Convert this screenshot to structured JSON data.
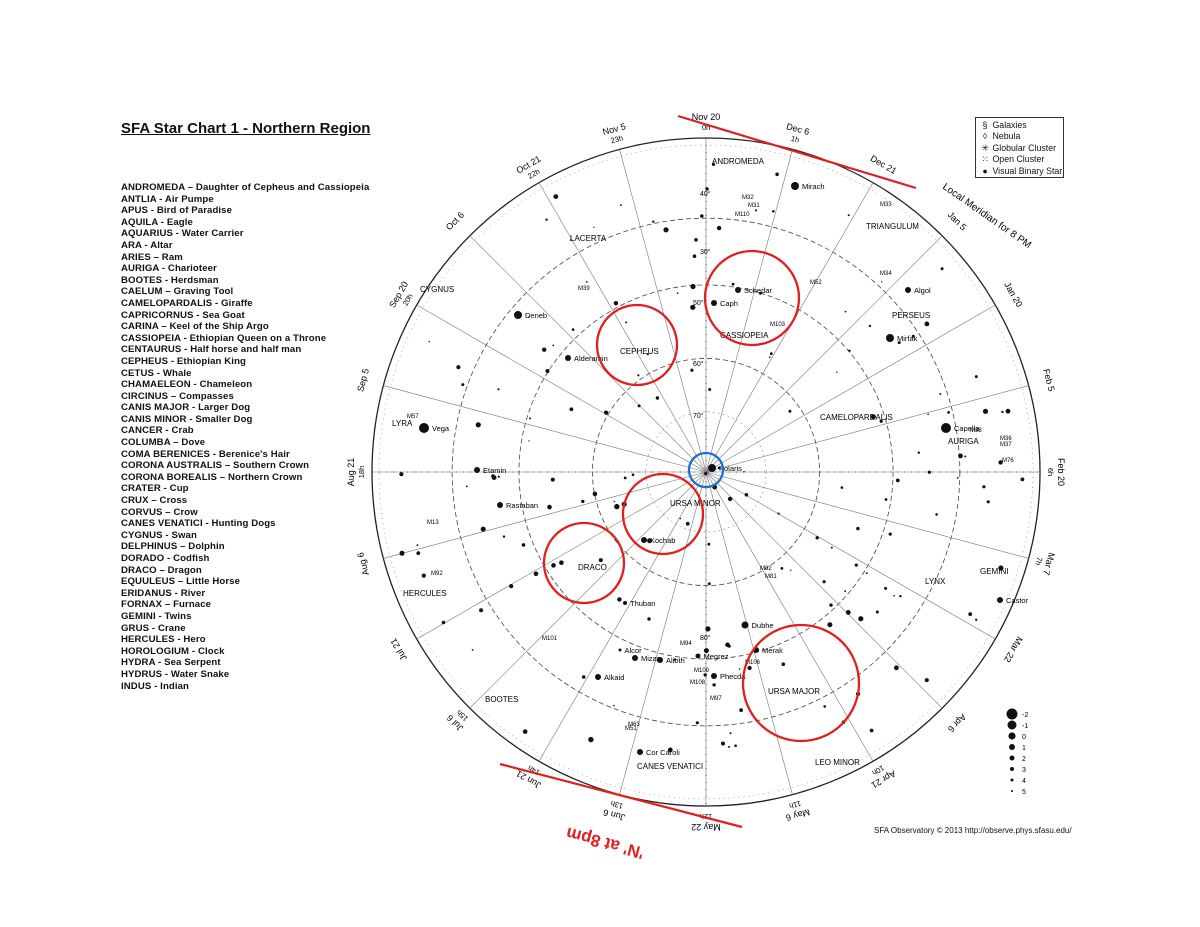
{
  "title": "SFA Star Chart 1 - Northern Region",
  "constellation_list": [
    "ANDROMEDA – Daughter of Cepheus and Cassiopeia",
    "ANTLIA - Air Pumpe",
    "APUS - Bird of Paradise",
    "AQUILA - Eagle",
    "AQUARIUS - Water Carrier",
    "ARA - Altar",
    "ARIES – Ram",
    "AURIGA - Charioteer",
    "BOOTES - Herdsman",
    "CAELUM – Graving Tool",
    "CAMELOPARDALIS - Giraffe",
    "CAPRICORNUS - Sea Goat",
    "CARINA – Keel of the Ship Argo",
    "CASSIOPEIA - Ethiopian Queen on a Throne",
    "CENTAURUS - Half horse and half man",
    "CEPHEUS - Ethiopian King",
    "CETUS - Whale",
    "CHAMAELEON - Chameleon",
    "CIRCINUS – Compasses",
    "CANIS MAJOR - Larger Dog",
    "CANIS MINOR - Smaller Dog",
    "CANCER - Crab",
    "COLUMBA – Dove",
    "COMA BERENICES - Berenice's Hair",
    "CORONA AUSTRALIS – Southern Crown",
    "CORONA BOREALIS – Northern Crown",
    "CRATER - Cup",
    "CRUX – Cross",
    "CORVUS – Crow",
    "CANES VENATICI - Hunting Dogs",
    "CYGNUS - Swan",
    "DELPHINUS – Dolphin",
    "DORADO - Codfish",
    "DRACO – Dragon",
    "EQUULEUS – Little Horse",
    "ERIDANUS - River",
    "FORNAX – Furnace",
    "GEMINI - Twins",
    "GRUS - Crane",
    "HERCULES - Hero",
    "HOROLOGIUM - Clock",
    "HYDRA - Sea Serpent",
    "HYDRUS - Water Snake",
    "INDUS - Indian"
  ],
  "key": {
    "galaxies": "Galaxies",
    "nebula": "Nebula",
    "globular": "Globular Cluster",
    "open": "Open Cluster",
    "binary": "Visual Binary Star"
  },
  "meridian_label": "Local Meridian for 8 PM",
  "north_label": "'N' at 8pm",
  "footer": "SFA Observatory © 2013  http://observe.phys.sfasu.edu/",
  "magnitudes": [
    "-2",
    "-1",
    "0",
    "1",
    "2",
    "3",
    "4",
    "5"
  ],
  "dates": [
    {
      "text": "Nov 20",
      "sub": "0h"
    },
    {
      "text": "Dec 6",
      "sub": "1h"
    },
    {
      "text": "Dec 21",
      "sub": ""
    },
    {
      "text": "Jan 5",
      "sub": ""
    },
    {
      "text": "Jan 20",
      "sub": ""
    },
    {
      "text": "Feb 5",
      "sub": ""
    },
    {
      "text": "Feb 20",
      "sub": "6h"
    },
    {
      "text": "Mar 7",
      "sub": "7h"
    },
    {
      "text": "Mar 22",
      "sub": ""
    },
    {
      "text": "Apr 6",
      "sub": ""
    },
    {
      "text": "Apr 21",
      "sub": "10h"
    },
    {
      "text": "May 6",
      "sub": "11h"
    },
    {
      "text": "May 22",
      "sub": "12h"
    },
    {
      "text": "Jun 6",
      "sub": "13h"
    },
    {
      "text": "Jun 21",
      "sub": "14h"
    },
    {
      "text": "Jul 6",
      "sub": "15h"
    },
    {
      "text": "Jul 21",
      "sub": ""
    },
    {
      "text": "Aug 6",
      "sub": ""
    },
    {
      "text": "Aug 21",
      "sub": "18h"
    },
    {
      "text": "Sep 5",
      "sub": ""
    },
    {
      "text": "Sep 20",
      "sub": "20h"
    },
    {
      "text": "Oct 6",
      "sub": ""
    },
    {
      "text": "Oct 21",
      "sub": "22h"
    },
    {
      "text": "Nov 5",
      "sub": "23h"
    }
  ],
  "constellations": [
    "ANDROMEDA",
    "TRIANGULUM",
    "LACERTA",
    "CYGNUS",
    "CEPHEUS",
    "CASSIOPEIA",
    "PERSEUS",
    "CAMELOPARDALIS",
    "AURIGA",
    "LYRA",
    "URSA MINOR",
    "DRACO",
    "HERCULES",
    "LYNX",
    "GEMINI",
    "BOOTES",
    "URSA MAJOR",
    "CANES VENATICI",
    "LEO MINOR"
  ],
  "stars": [
    "Polaris",
    "Vega",
    "Deneb",
    "Alderamin",
    "Schedar",
    "Caph",
    "Algol",
    "Mirfak",
    "Capella",
    "Mirach",
    "Etamin",
    "Rastaban",
    "Kochab",
    "Thuban",
    "Dubhe",
    "Merak",
    "Phecda",
    "Megrez",
    "Alioth",
    "Mizar",
    "Alcor",
    "Alkaid",
    "Cor Caroli",
    "Castor"
  ],
  "deep_sky": [
    "M31",
    "M110",
    "M32",
    "M33",
    "M52",
    "M39",
    "M103",
    "M34",
    "M76",
    "M57",
    "M13",
    "M92",
    "M81",
    "M82",
    "M101",
    "M51",
    "M63",
    "M94",
    "M106",
    "M97",
    "M108",
    "M109",
    "M36",
    "M37",
    "M38"
  ],
  "dec_labels": [
    "30°",
    "40°",
    "50°",
    "60°",
    "70°",
    "80°"
  ],
  "highlight_colors": {
    "red": "#e02020",
    "blue": "#1a6fd1"
  }
}
